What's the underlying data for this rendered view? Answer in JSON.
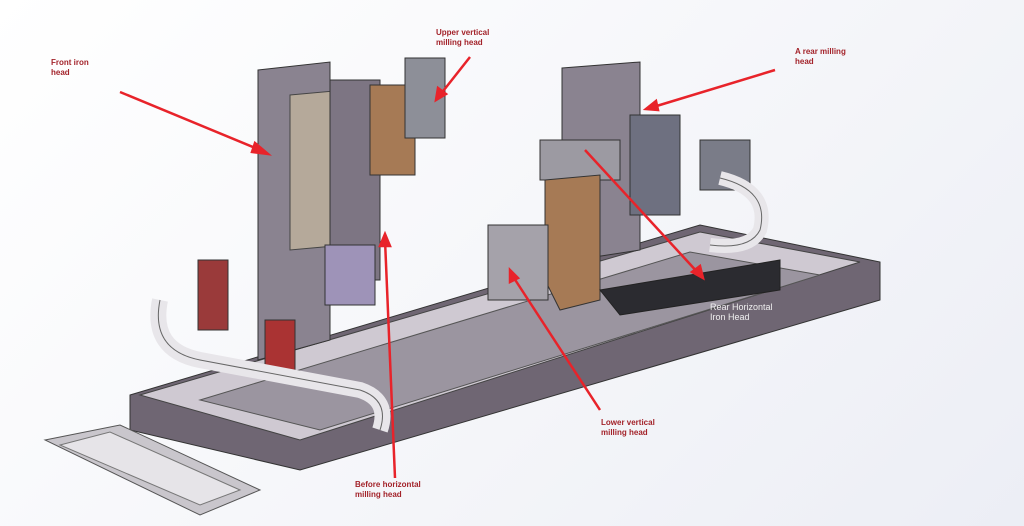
{
  "labels": {
    "front_iron_head": "Front iron head",
    "upper_vertical_milling_head": "Upper vertical milling head",
    "rear_milling_head": "A rear milling head",
    "rear_horizontal_iron_head": "Rear Horizontal Iron Head",
    "lower_vertical_milling_head": "Lower vertical milling head",
    "before_horizontal_milling_head": "Before horizontal milling head"
  },
  "colors": {
    "arrow": "#e8232a",
    "label": "#a3232a",
    "frame": "#5a5360"
  }
}
